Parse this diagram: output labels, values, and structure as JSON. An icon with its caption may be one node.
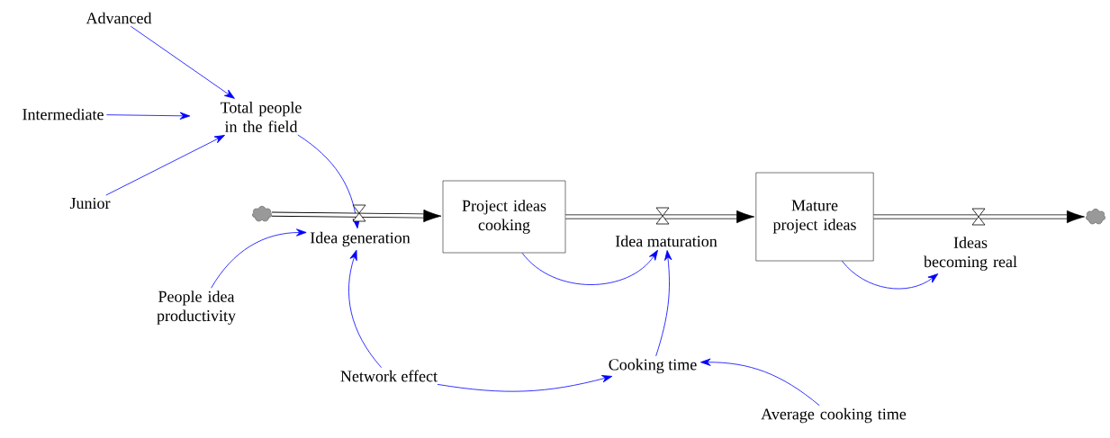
{
  "diagram": {
    "nodes": [
      {
        "text": [
          "Advanced"
        ]
      },
      {
        "text": [
          "Intermediate"
        ]
      },
      {
        "text": [
          "Junior"
        ]
      },
      {
        "text": [
          "Total people in the field"
        ]
      },
      {
        "text": [],
        "shape": "cloud"
      },
      {
        "text": [
          "Idea generation"
        ]
      },
      {
        "text": [
          "Project ideas cooking"
        ]
      },
      {
        "text": [
          "Idea maturation"
        ]
      },
      {
        "text": [
          "Mature project ideas"
        ]
      },
      {
        "text": [
          "Ideas becoming real"
        ]
      },
      {
        "text": [],
        "shape": "cloud"
      },
      {
        "text": [
          "People idea productivity"
        ]
      },
      {
        "text": [
          "Network effect"
        ]
      },
      {
        "text": [
          "Cooking time"
        ]
      },
      {
        "text": [
          "Average cooking time"
        ]
      }
    ],
    "edges": [
      {
        "from": 0,
        "to": 3,
        "arrow": "to"
      },
      {
        "from": 1,
        "to": 3,
        "arrow": "to"
      },
      {
        "from": 2,
        "to": 3,
        "arrow": "to"
      },
      {
        "from": 3,
        "to": 5,
        "arrow": "to"
      },
      {
        "from": 11,
        "to": 5,
        "arrow": "to"
      },
      {
        "from": 12,
        "to": 5,
        "arrow": "to"
      },
      {
        "from": 6,
        "to": 7,
        "arrow": "to"
      },
      {
        "from": 13,
        "to": 7,
        "arrow": "to"
      },
      {
        "from": 12,
        "to": 13,
        "arrow": "to"
      },
      {
        "from": 14,
        "to": 13,
        "arrow": "to"
      },
      {
        "from": 8,
        "to": 9,
        "arrow": "to"
      },
      {
        "from": 4,
        "to": 6,
        "arrow": "to",
        "style": "thick",
        "color": "#000000"
      },
      {
        "from": 6,
        "to": 8,
        "arrow": "to",
        "style": "thick",
        "color": "#000000"
      },
      {
        "from": 8,
        "to": 10,
        "arrow": "to",
        "style": "thick",
        "color": "#000000"
      }
    ]
  }
}
